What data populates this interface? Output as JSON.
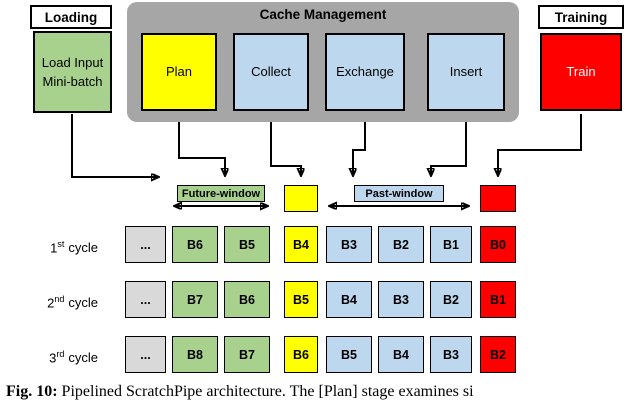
{
  "figure": {
    "groups": {
      "loading": "Loading",
      "cache_management": "Cache Management",
      "training": "Training"
    },
    "stages": {
      "load_input": {
        "line1": "Load Input",
        "line2": "Mini-batch",
        "color": "#A9D18E"
      },
      "plan": {
        "label": "Plan",
        "color": "#FFFF00"
      },
      "collect": {
        "label": "Collect",
        "color": "#BDD7EE"
      },
      "exchange": {
        "label": "Exchange",
        "color": "#BDD7EE"
      },
      "insert": {
        "label": "Insert",
        "color": "#BDD7EE"
      },
      "train": {
        "label": "Train",
        "color": "#FF0000"
      }
    },
    "windows": {
      "future_label": "Future-window",
      "past_label": "Past-window",
      "plan_marker_color": "#FFFF00",
      "train_marker_color": "#FF0000"
    },
    "pipeline": {
      "rows": [
        {
          "cycle_num": "1",
          "cycle_sup": "st",
          "cycle_word": "cycle",
          "cells": [
            "...",
            "B6",
            "B5",
            "B4",
            "B3",
            "B2",
            "B1",
            "B0"
          ]
        },
        {
          "cycle_num": "2",
          "cycle_sup": "nd",
          "cycle_word": "cycle",
          "cells": [
            "...",
            "B7",
            "B6",
            "B5",
            "B4",
            "B3",
            "B2",
            "B1"
          ]
        },
        {
          "cycle_num": "3",
          "cycle_sup": "rd",
          "cycle_word": "cycle",
          "cells": [
            "...",
            "B8",
            "B7",
            "B6",
            "B5",
            "B4",
            "B3",
            "B2"
          ]
        }
      ],
      "column_roles": [
        "ellipsis",
        "future",
        "future",
        "plan",
        "past",
        "past",
        "past",
        "train"
      ]
    },
    "caption": {
      "label": "Fig. 10:",
      "text": " Pipelined ScratchPipe architecture. The [Plan] stage examines si"
    }
  }
}
